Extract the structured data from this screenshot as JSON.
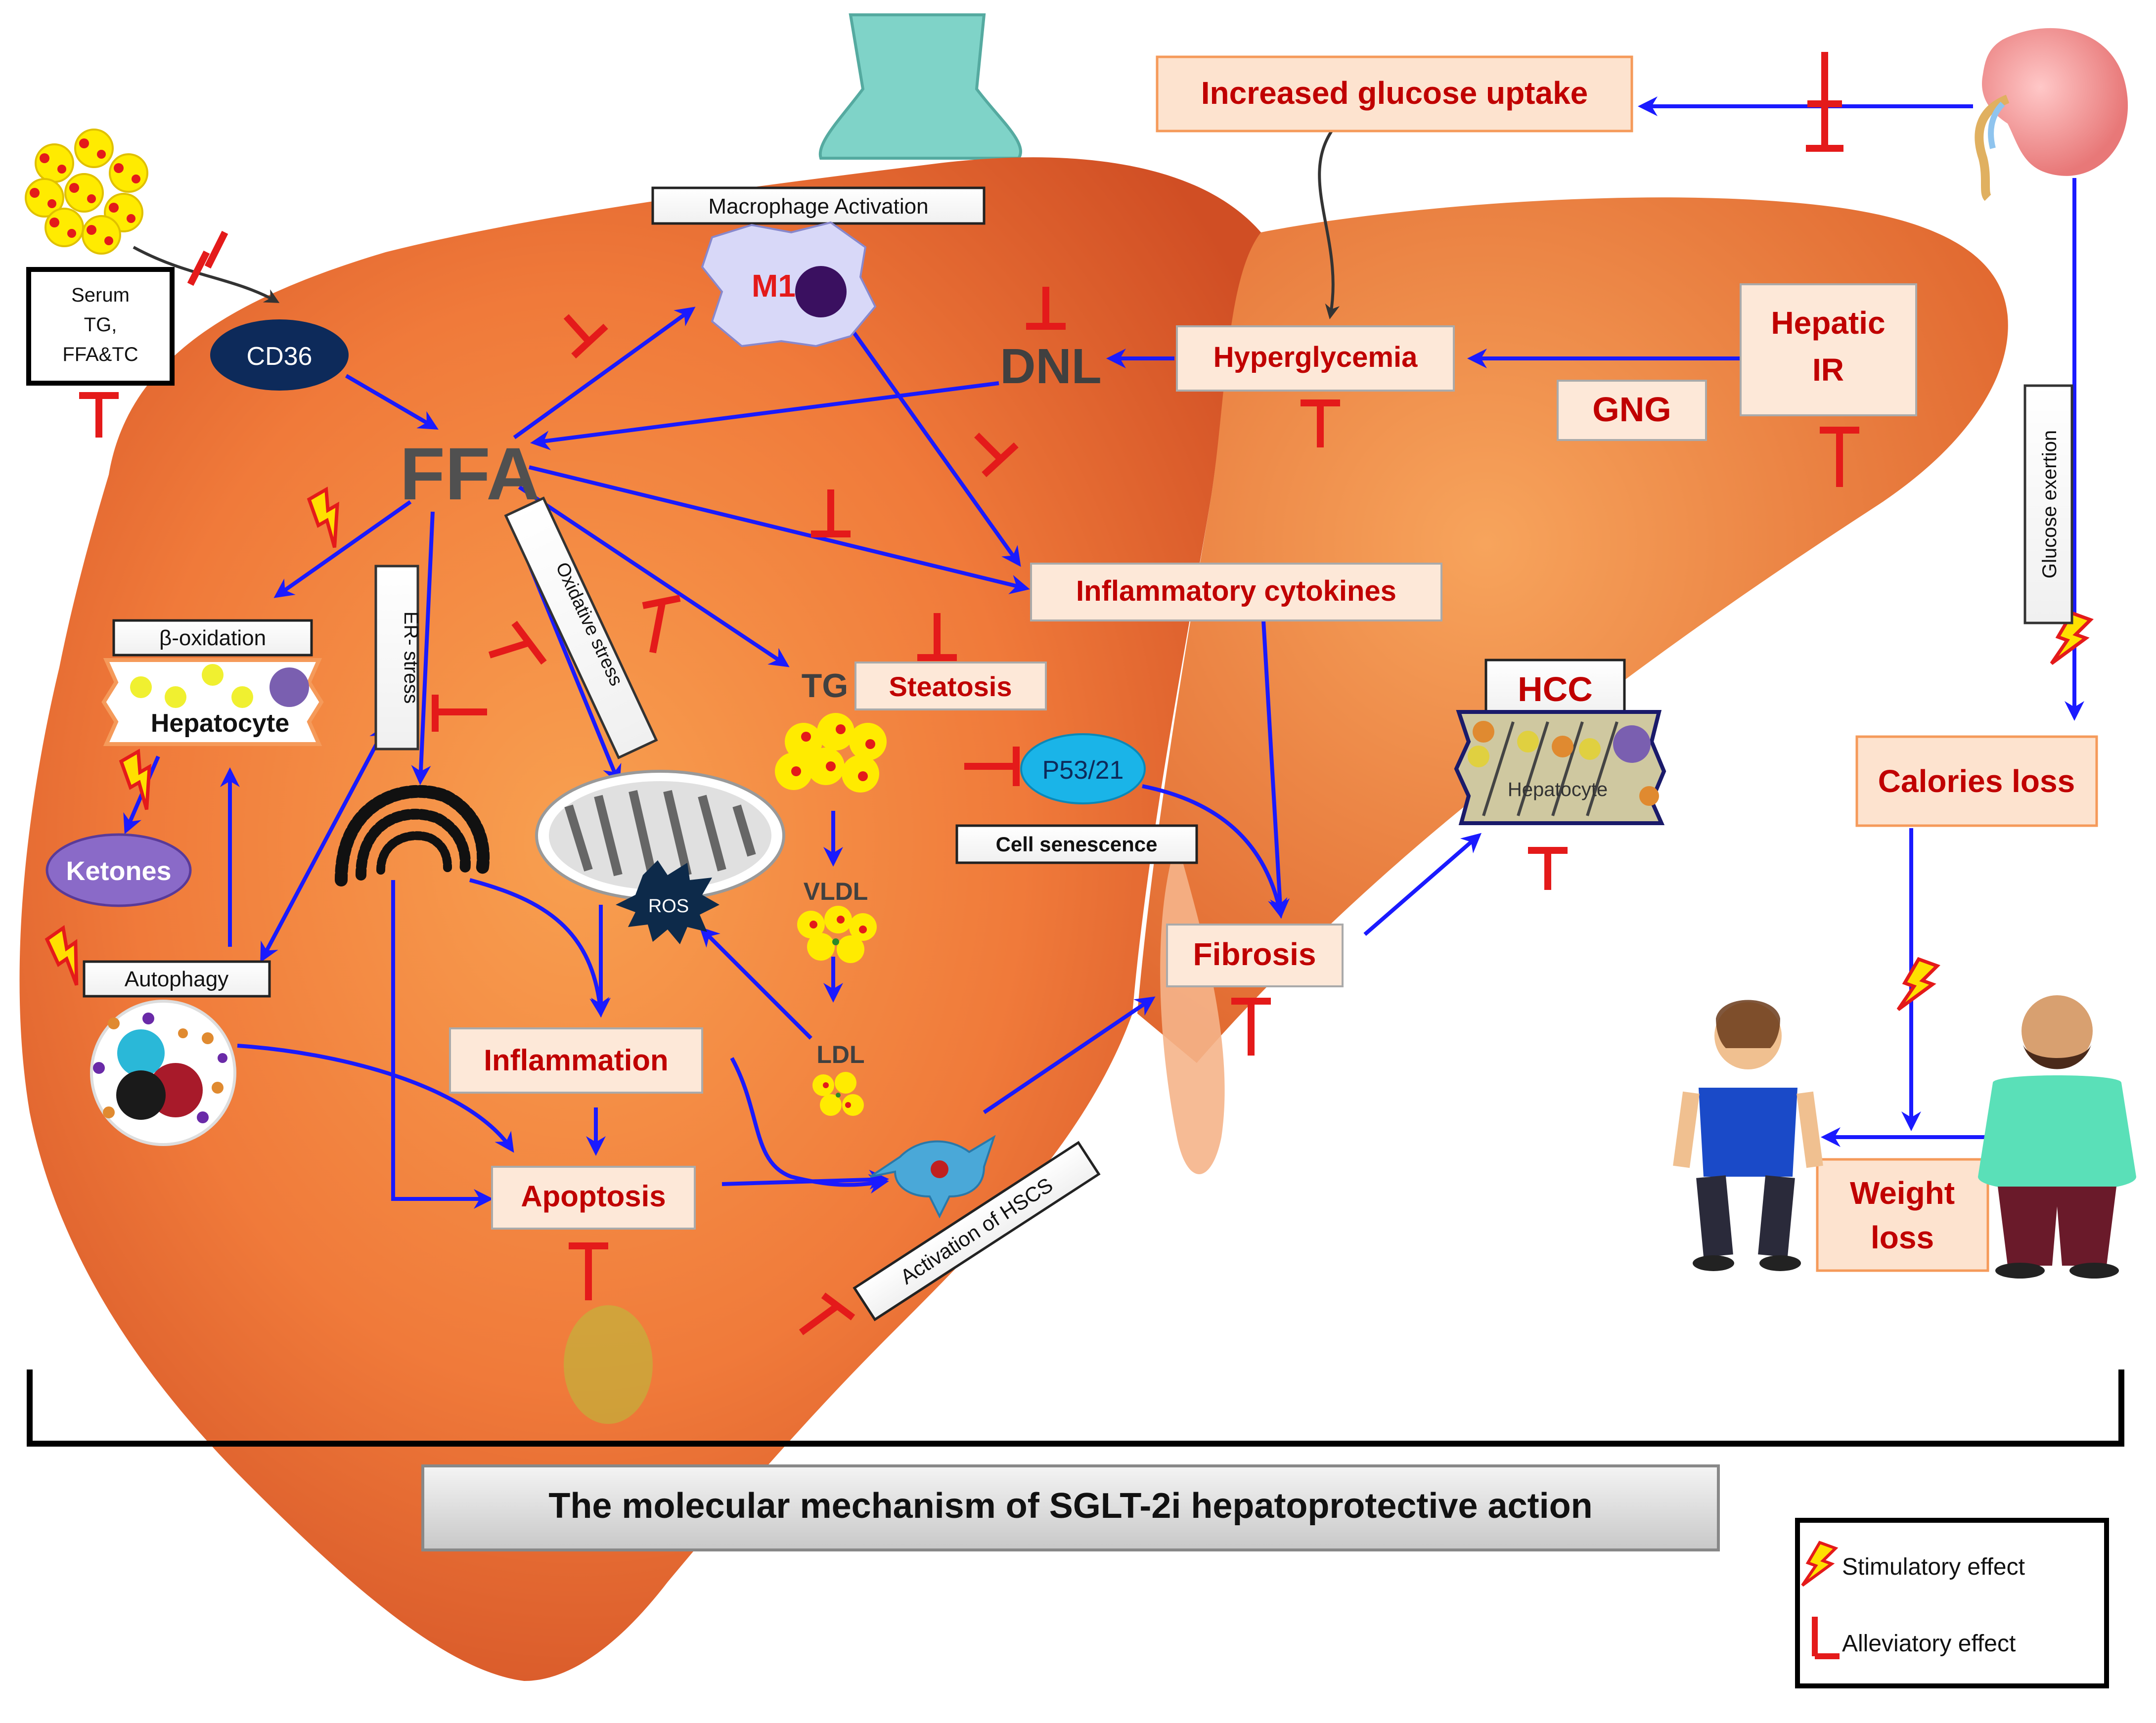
{
  "labels": {
    "increased_glucose_uptake": "Increased glucose uptake",
    "macrophage_activation": "Macrophage Activation",
    "m1": "M1",
    "serum": [
      "Serum",
      "TG,",
      "FFA&TC"
    ],
    "cd36": "CD36",
    "ffa": "FFA",
    "dnl": "DNL",
    "hyperglycemia": "Hyperglycemia",
    "hepatic_ir": [
      "Hepatic",
      "IR"
    ],
    "gng": "GNG",
    "glucose_exertion": "Glucose exertion",
    "beta_oxidation": "β-oxidation",
    "hepatocyte": "Hepatocyte",
    "er_stress": "ER- stress",
    "oxidative_stress": "Oxidative stress",
    "inflammatory_cytokines": "Inflammatory cytokines",
    "tg": "TG",
    "steatosis": "Steatosis",
    "hcc": "HCC",
    "hcc_hepatocyte": "Hepatocyte",
    "p53": "P53/21",
    "cell_senescence": "Cell senescence",
    "ketones": "Ketones",
    "ros": "ROS",
    "vldl": "VLDL",
    "ldl": "LDL",
    "calories_loss": "Calories loss",
    "autophagy": "Autophagy",
    "fibrosis": "Fibrosis",
    "inflammation": "Inflammation",
    "apoptosis": "Apoptosis",
    "activation_hscs": "Activation  of HSCS",
    "weight_loss": [
      "Weight",
      "loss"
    ]
  },
  "title": "The molecular mechanism of SGLT-2i hepatoprotective action",
  "legend": {
    "stimulatory": "Stimulatory effect",
    "alleviatory": "Alleviatory effect"
  },
  "colors": {
    "arrow": "#1a1aff",
    "inhibit": "#e41a1a",
    "label_red": "#c00000",
    "liver": "#f07a3a",
    "box_fill": "#fde3cf",
    "box_edge": "#f59a5a"
  },
  "icons": [
    "kidney-icon",
    "lightning-stimulatory-icon",
    "inhibition-t-icon",
    "mitochondria-icon",
    "endoplasmic-reticulum-icon",
    "fat-cells-icon",
    "person-thin-icon",
    "person-obese-icon"
  ]
}
